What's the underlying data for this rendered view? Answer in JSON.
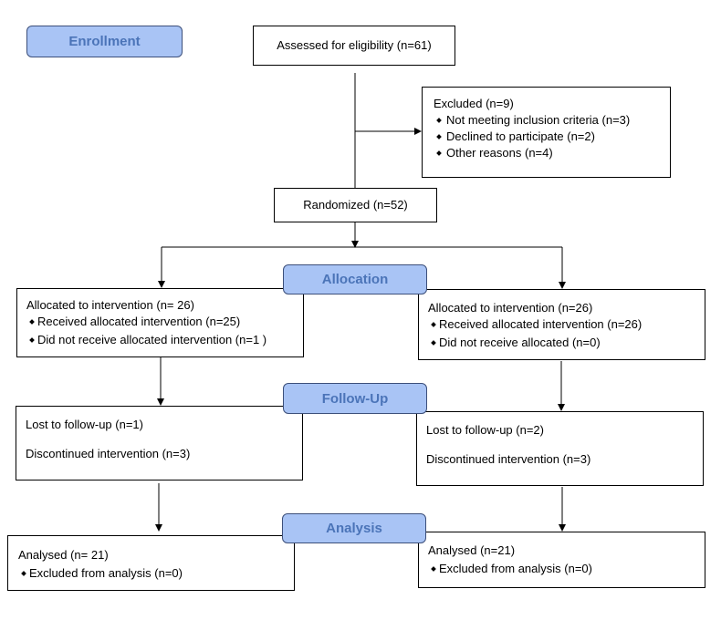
{
  "stages": {
    "enrollment": "Enrollment",
    "allocation": "Allocation",
    "followup": "Follow-Up",
    "analysis": "Analysis"
  },
  "assessed": "Assessed for eligibility (n=61)",
  "excluded": {
    "title": "Excluded (n=9)",
    "items": [
      "Not meeting inclusion criteria (n=3)",
      "Declined to participate (n=2)",
      "Other reasons (n=4)"
    ]
  },
  "randomized": "Randomized (n=52)",
  "left": {
    "allocation": {
      "title": "Allocated to intervention (n= 26)",
      "items": [
        "Received allocated intervention (n=25)",
        "Did not receive allocated intervention (n=1 )"
      ]
    },
    "followup": {
      "lost": "Lost to follow-up (n=1)",
      "discontinued": "Discontinued intervention (n=3)"
    },
    "analysis": {
      "title": "Analysed (n= 21)",
      "items": [
        "Excluded from analysis (n=0)"
      ]
    }
  },
  "right": {
    "allocation": {
      "title": "Allocated to intervention (n=26)",
      "items": [
        "Received allocated intervention (n=26)",
        "Did not receive allocated (n=0)"
      ]
    },
    "followup": {
      "lost": "Lost to follow-up (n=2)",
      "discontinued": "Discontinued intervention (n=3)"
    },
    "analysis": {
      "title": "Analysed (n=21)",
      "items": [
        "Excluded from analysis (n=0)"
      ]
    }
  }
}
